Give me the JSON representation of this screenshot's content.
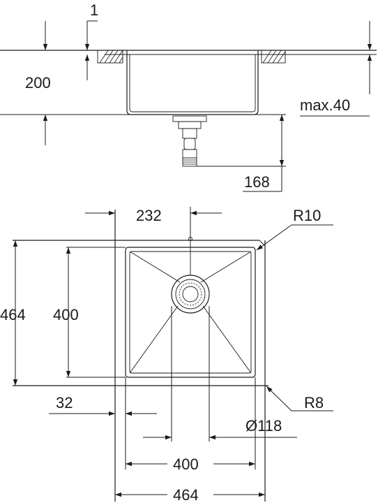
{
  "side_view": {
    "thickness": "1",
    "depth": "200",
    "max_height": "max.40",
    "drain_height": "168"
  },
  "top_view": {
    "inner_width_top": "232",
    "corner_radius_inner": "R10",
    "outer_height": "464",
    "inner_height": "400",
    "offset": "32",
    "corner_radius_outer": "R8",
    "drain_diameter": "Ø118",
    "inner_width": "400",
    "outer_width": "464"
  }
}
